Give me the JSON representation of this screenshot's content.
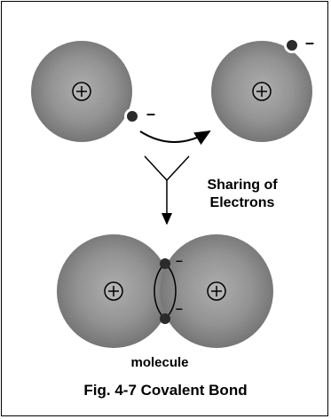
{
  "diagram": {
    "labels": {
      "sharing_line1": "Sharing of",
      "sharing_line2": "Electrons",
      "molecule": "molecule"
    },
    "symbols": {
      "electron_charge": "–"
    },
    "caption": "Fig. 4-7  Covalent Bond",
    "colors": {
      "atom_fill": "#8c8c8c",
      "atom_center": "#a9a9a9",
      "nucleus_fill": "#b3b3b3",
      "electron_fill": "#2a2a2a",
      "line": "#000000"
    }
  }
}
